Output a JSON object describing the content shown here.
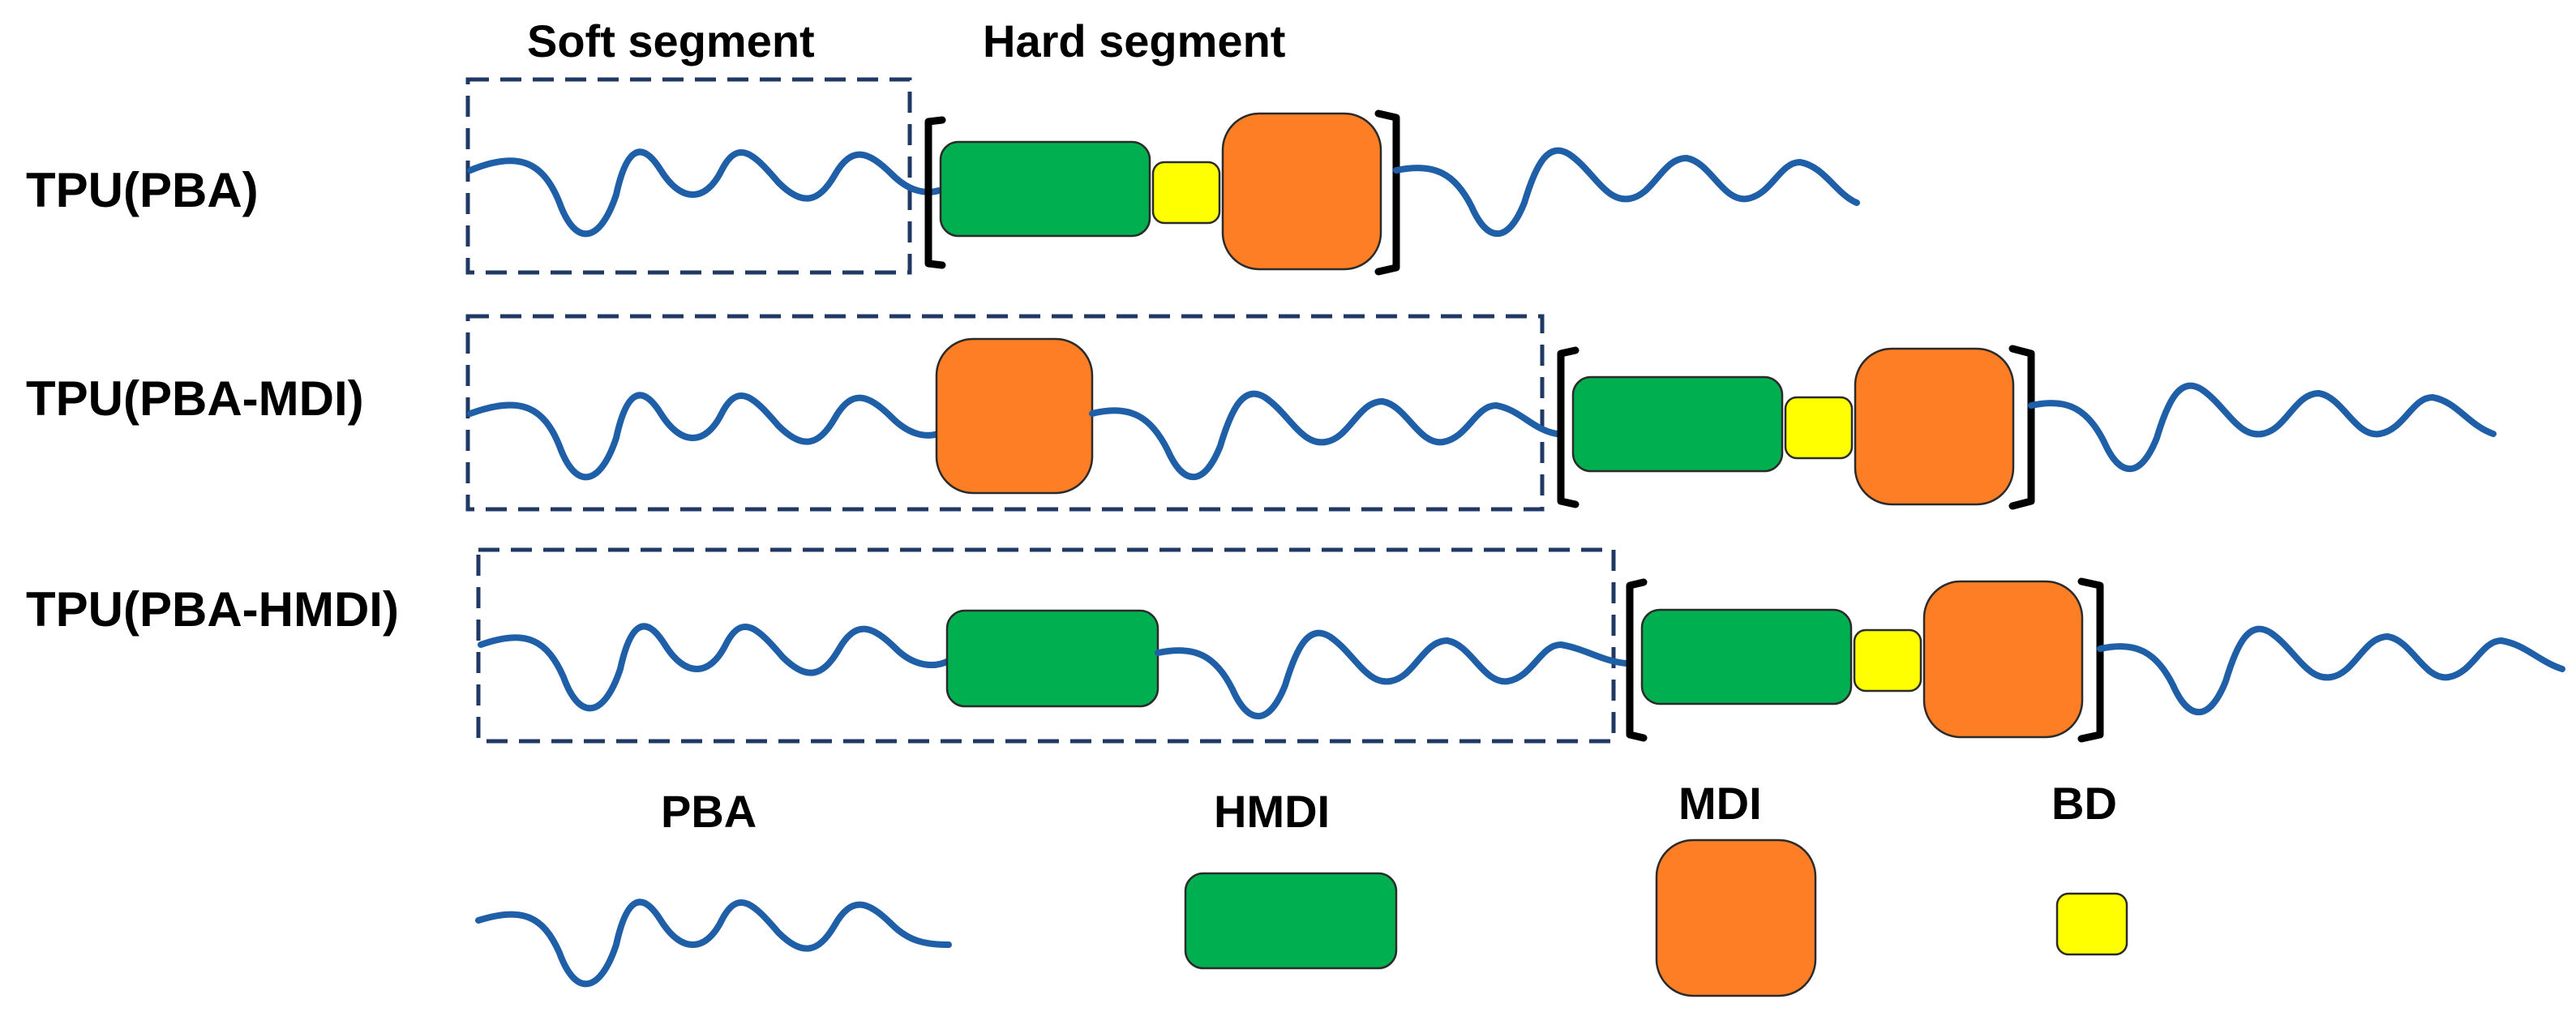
{
  "headers": {
    "soft": "Soft segment",
    "hard": "Hard segment"
  },
  "rows": [
    {
      "label": "TPU(PBA)"
    },
    {
      "label": "TPU(PBA-MDI)"
    },
    {
      "label": "TPU(PBA-HMDI)"
    }
  ],
  "legend": {
    "pba": "PBA",
    "hmdi": "HMDI",
    "mdi": "MDI",
    "bd": "BD"
  },
  "colors": {
    "pba_chain": "#1f5fa8",
    "hmdi": "#00b050",
    "mdi": "#fd7e24",
    "bd": "#ffff00",
    "soft_box": "#1f3864",
    "bracket": "#000000"
  }
}
